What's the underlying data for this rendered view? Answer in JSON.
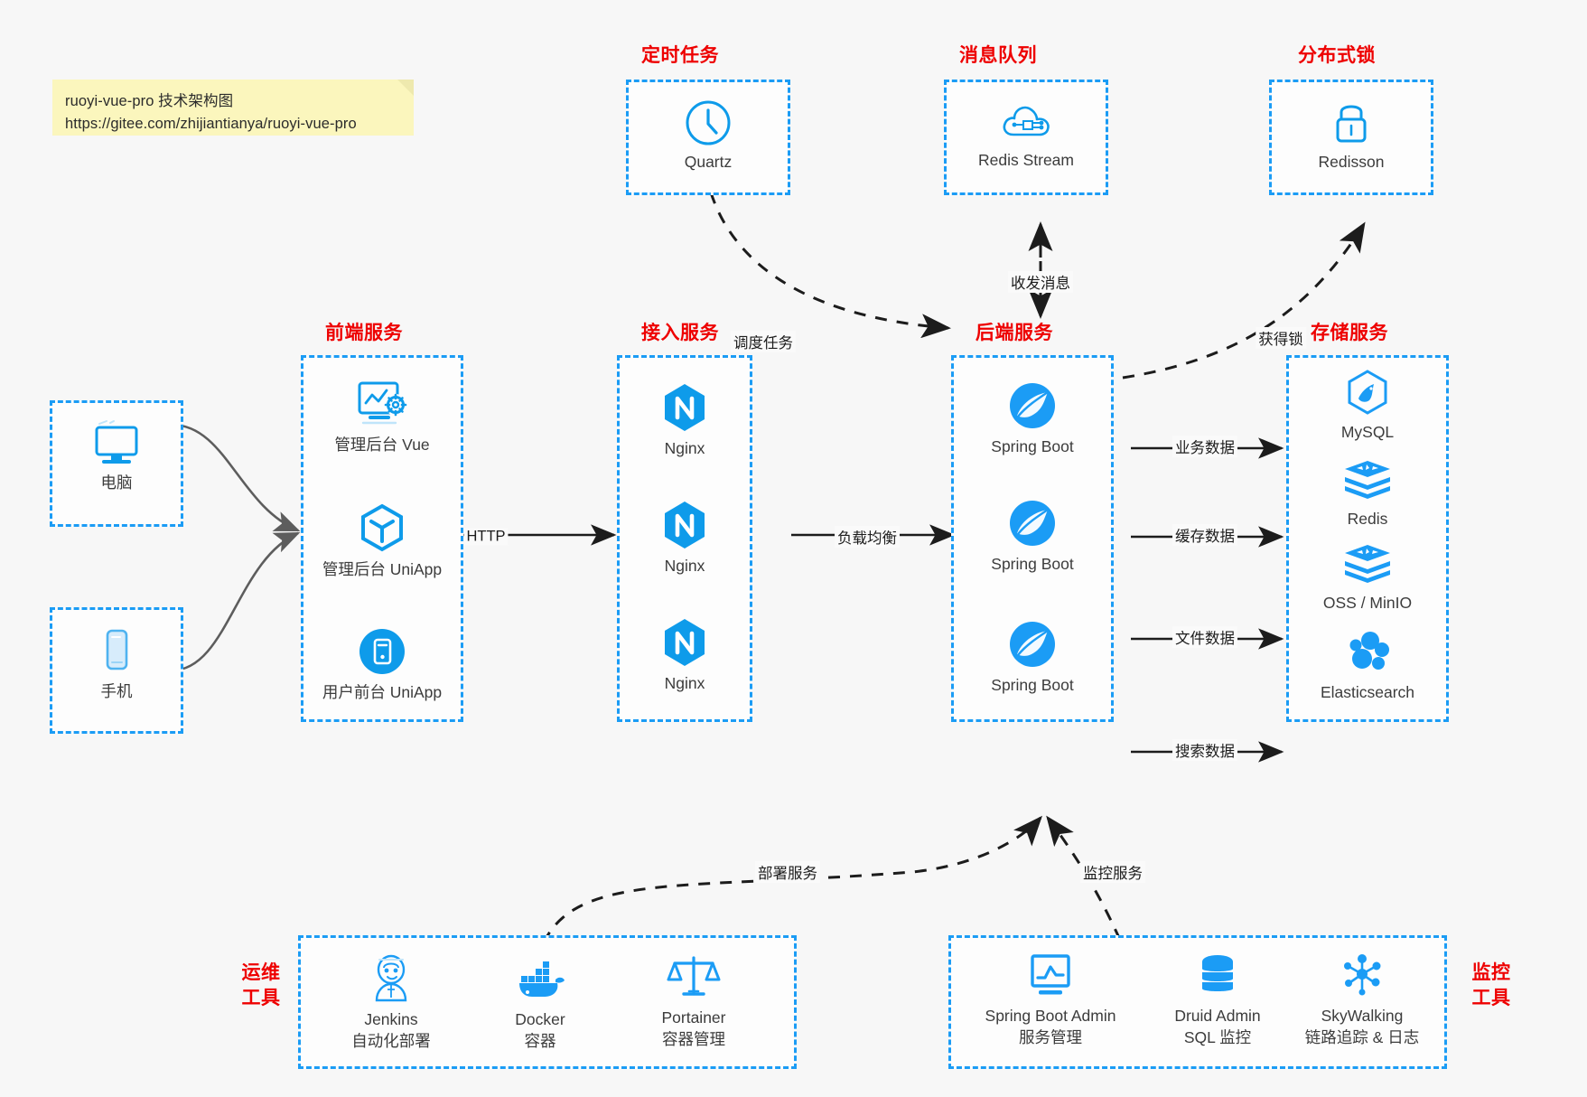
{
  "note": {
    "line1": "ruoyi-vue-pro 技术架构图",
    "line2": "https://gitee.com/zhijiantianya/ruoyi-vue-pro"
  },
  "colors": {
    "accent_blue": "#1b9cf5",
    "icon_blue": "#0e9bea",
    "title_red": "#ee0000",
    "text_dark": "#3c3c3c",
    "note_yellow": "#fbf6bd",
    "background": "#f7f7f7",
    "edge_gray": "#595959",
    "edge_black": "#1c1c1c"
  },
  "groups": {
    "scheduler": {
      "title": "定时任务",
      "nodes": [
        {
          "label": "Quartz",
          "icon": "clock-icon"
        }
      ]
    },
    "mq": {
      "title": "消息队列",
      "nodes": [
        {
          "label": "Redis Stream",
          "icon": "cloud-stream-icon"
        }
      ]
    },
    "lock": {
      "title": "分布式锁",
      "nodes": [
        {
          "label": "Redisson",
          "icon": "padlock-icon"
        }
      ]
    },
    "clients": {
      "nodes": [
        {
          "label": "电脑",
          "icon": "desktop-monitor-icon"
        },
        {
          "label": "手机",
          "icon": "mobile-phone-icon"
        }
      ]
    },
    "frontend": {
      "title": "前端服务",
      "nodes": [
        {
          "label": "管理后台 Vue",
          "icon": "dashboard-gear-icon"
        },
        {
          "label": "管理后台 UniApp",
          "icon": "hexagon-cube-icon"
        },
        {
          "label": "用户前台 UniApp",
          "icon": "app-tile-icon"
        }
      ]
    },
    "gateway": {
      "title": "接入服务",
      "nodes": [
        {
          "label": "Nginx",
          "icon": "nginx-icon"
        },
        {
          "label": "Nginx",
          "icon": "nginx-icon"
        },
        {
          "label": "Nginx",
          "icon": "nginx-icon"
        }
      ]
    },
    "backend": {
      "title": "后端服务",
      "nodes": [
        {
          "label": "Spring Boot",
          "icon": "spring-leaf-icon"
        },
        {
          "label": "Spring Boot",
          "icon": "spring-leaf-icon"
        },
        {
          "label": "Spring Boot",
          "icon": "spring-leaf-icon"
        }
      ]
    },
    "storage": {
      "title": "存储服务",
      "nodes": [
        {
          "label": "MySQL",
          "icon": "mysql-dolphin-icon"
        },
        {
          "label": "Redis",
          "icon": "redis-stack-icon"
        },
        {
          "label": "OSS / MinIO",
          "icon": "redis-stack-icon"
        },
        {
          "label": "Elasticsearch",
          "icon": "elasticsearch-icon"
        }
      ]
    },
    "devops": {
      "title": "运维\n工具",
      "title_line1": "运维",
      "title_line2": "工具",
      "nodes": [
        {
          "label": "Jenkins",
          "sub": "自动化部署",
          "icon": "jenkins-butler-icon"
        },
        {
          "label": "Docker",
          "sub": "容器",
          "icon": "docker-whale-icon"
        },
        {
          "label": "Portainer",
          "sub": "容器管理",
          "icon": "scales-balance-icon"
        }
      ]
    },
    "monitor": {
      "title_line1": "监控",
      "title_line2": "工具",
      "nodes": [
        {
          "label": "Spring Boot Admin",
          "sub": "服务管理",
          "icon": "monitor-chart-icon"
        },
        {
          "label": "Druid Admin",
          "sub": "SQL 监控",
          "icon": "database-cylinder-icon"
        },
        {
          "label": "SkyWalking",
          "sub": "链路追踪 & 日志",
          "icon": "skywalking-nodes-icon"
        }
      ]
    }
  },
  "edges": [
    {
      "id": "edge-http",
      "label": "HTTP"
    },
    {
      "id": "edge-loadbalance",
      "label": "负载均衡"
    },
    {
      "id": "edge-schedule",
      "label": "调度任务"
    },
    {
      "id": "edge-mq",
      "label": "收发消息"
    },
    {
      "id": "edge-lock",
      "label": "获得锁"
    },
    {
      "id": "edge-business-data",
      "label": "业务数据"
    },
    {
      "id": "edge-cache-data",
      "label": "缓存数据"
    },
    {
      "id": "edge-file-data",
      "label": "文件数据"
    },
    {
      "id": "edge-search-data",
      "label": "搜索数据"
    },
    {
      "id": "edge-deploy",
      "label": "部署服务"
    },
    {
      "id": "edge-monitor",
      "label": "监控服务"
    }
  ]
}
